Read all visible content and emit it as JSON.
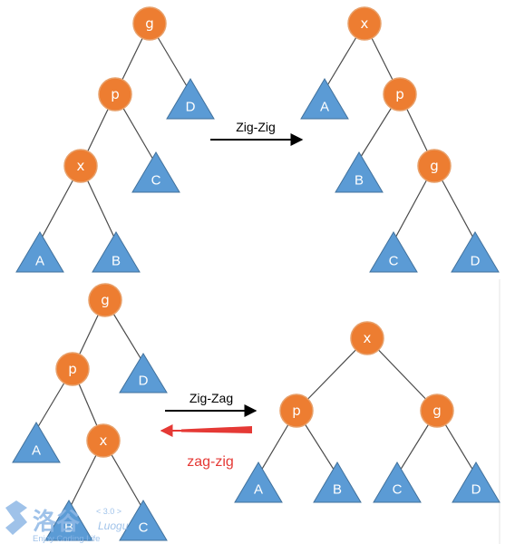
{
  "colors": {
    "node_fill": "#ED7D31",
    "subtree_fill": "#5B9BD5",
    "edge": "#4a4a4a",
    "arrow_black": "#000000",
    "arrow_red": "#E53935",
    "watermark": "#8FB8E6"
  },
  "diagrams": {
    "zigzig": {
      "arrow_label": "Zig-Zig",
      "before": {
        "nodes": {
          "g": "g",
          "p": "p",
          "x": "x"
        },
        "subtrees": {
          "A": "A",
          "B": "B",
          "C": "C",
          "D": "D"
        }
      },
      "after": {
        "nodes": {
          "x": "x",
          "p": "p",
          "g": "g"
        },
        "subtrees": {
          "A": "A",
          "B": "B",
          "C": "C",
          "D": "D"
        }
      }
    },
    "zigzag": {
      "arrow_label": "Zig-Zag",
      "reverse_label": "zag-zig",
      "before": {
        "nodes": {
          "g": "g",
          "p": "p",
          "x": "x"
        },
        "subtrees": {
          "A": "A",
          "B": "B",
          "C": "C",
          "D": "D"
        }
      },
      "after": {
        "nodes": {
          "x": "x",
          "p": "p",
          "g": "g"
        },
        "subtrees": {
          "A": "A",
          "B": "B",
          "C": "C",
          "D": "D"
        }
      }
    }
  },
  "watermark": {
    "logo_text": "洛谷",
    "version": "< 3.0 >",
    "brand": "Luogu",
    "tagline": "Enjoy Coding Life"
  }
}
